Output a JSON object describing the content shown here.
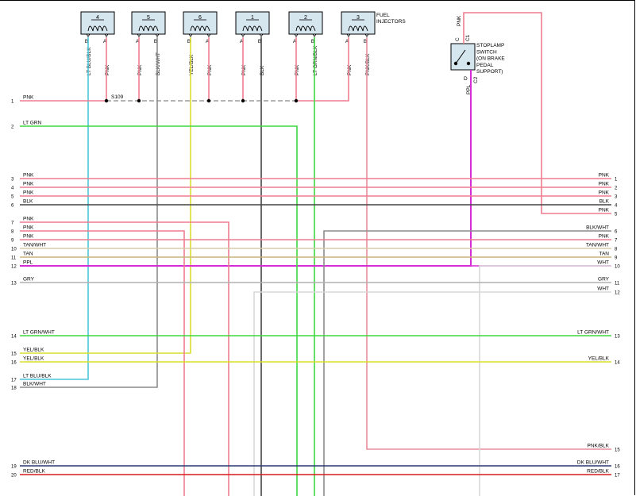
{
  "injectors_label": [
    "FUEL",
    "INJECTORS"
  ],
  "splice": "S109",
  "injectors": [
    {
      "num": "4",
      "pins": [
        {
          "pin": "B",
          "wire": "LT BLU/BLK",
          "color": "#4cc6d8"
        },
        {
          "pin": "A",
          "wire": "PNK",
          "color": "#ef7d90"
        }
      ]
    },
    {
      "num": "5",
      "pins": [
        {
          "pin": "A",
          "wire": "PNK",
          "color": "#ef7d90"
        },
        {
          "pin": "B",
          "wire": "BLK/WHT",
          "color": "#8c8c8c"
        }
      ]
    },
    {
      "num": "6",
      "pins": [
        {
          "pin": "B",
          "wire": "YEL/BLK",
          "color": "#d8de2c"
        },
        {
          "pin": "A",
          "wire": "PNK",
          "color": "#ef7d90"
        }
      ]
    },
    {
      "num": "1",
      "pins": [
        {
          "pin": "A",
          "wire": "PNK",
          "color": "#ef7d90"
        },
        {
          "pin": "B",
          "wire": "BLK",
          "color": "#444444"
        }
      ]
    },
    {
      "num": "2",
      "pins": [
        {
          "pin": "A",
          "wire": "PNK",
          "color": "#ef7d90"
        },
        {
          "pin": "B",
          "wire": "LT GRN/BLK",
          "color": "#3ed83e"
        }
      ]
    },
    {
      "num": "3",
      "pins": [
        {
          "pin": "A",
          "wire": "PNK",
          "color": "#ef7d90"
        },
        {
          "pin": "B",
          "wire": "PNK/BLK",
          "color": "#e88d99"
        }
      ]
    }
  ],
  "stoplamp": {
    "label": [
      "STOPLAMP",
      "SWITCH",
      "(ON BRAKE",
      "PEDAL",
      "SUPPORT)"
    ],
    "pin_c": "C",
    "pin_d": "D",
    "conn_top": "C1",
    "conn_bot": "C2",
    "wire_top": "PNK",
    "wire_bot": "PPL"
  },
  "left_rows": [
    {
      "num": "1",
      "label": "PNK"
    },
    {
      "num": "2",
      "label": "LT GRN"
    },
    {
      "num": "3",
      "label": "PNK"
    },
    {
      "num": "4",
      "label": "PNK"
    },
    {
      "num": "5",
      "label": "PNK"
    },
    {
      "num": "6",
      "label": "BLK"
    },
    {
      "num": "7",
      "label": "PNK"
    },
    {
      "num": "8",
      "label": "PNK"
    },
    {
      "num": "9",
      "label": "PNK"
    },
    {
      "num": "10",
      "label": "TAN/WHT"
    },
    {
      "num": "11",
      "label": "TAN"
    },
    {
      "num": "12",
      "label": "PPL"
    },
    {
      "num": "13",
      "label": "GRY"
    },
    {
      "num": "14",
      "label": "LT GRN/WHT"
    },
    {
      "num": "15",
      "label": "YEL/BLK"
    },
    {
      "num": "16",
      "label": "YEL/BLK"
    },
    {
      "num": "17",
      "label": "LT BLU/BLK"
    },
    {
      "num": "18",
      "label": "BLK/WHT"
    },
    {
      "num": "19",
      "label": "DK BLU/WHT"
    },
    {
      "num": "20",
      "label": "RED/BLK"
    }
  ],
  "right_rows": [
    {
      "num": "1",
      "label": "PNK"
    },
    {
      "num": "2",
      "label": "PNK"
    },
    {
      "num": "3",
      "label": "PNK"
    },
    {
      "num": "4",
      "label": "BLK"
    },
    {
      "num": "5",
      "label": "PNK"
    },
    {
      "num": "6",
      "label": "BLK/WHT"
    },
    {
      "num": "7",
      "label": "PNK"
    },
    {
      "num": "8",
      "label": "TAN/WHT"
    },
    {
      "num": "9",
      "label": "TAN"
    },
    {
      "num": "10",
      "label": "WHT"
    },
    {
      "num": "11",
      "label": "GRY"
    },
    {
      "num": "12",
      "label": "WHT"
    },
    {
      "num": "13",
      "label": "LT GRN/WHT"
    },
    {
      "num": "14",
      "label": "YEL/BLK"
    },
    {
      "num": "15",
      "label": "PNK/BLK"
    },
    {
      "num": "16",
      "label": "DK BLU/WHT"
    },
    {
      "num": "17",
      "label": "RED/BLK"
    }
  ],
  "colors": {
    "pnk": "#ef7d90",
    "pnk_blk": "#e88d99",
    "lt_grn": "#3ed83e",
    "lt_blu_blk": "#4cc6d8",
    "yel_blk": "#d8de2c",
    "blk": "#444444",
    "blk_wht": "#8c8c8c",
    "ppl": "#d62cd6",
    "tan": "#c8b478",
    "tan_wht": "#d8cca8",
    "gry": "#b0b0b0",
    "wht": "#d8d8d8",
    "dk_blu_wht": "#2a3a70",
    "red_blk": "#d81c1c",
    "connector_fill": "#d6e6ef"
  }
}
